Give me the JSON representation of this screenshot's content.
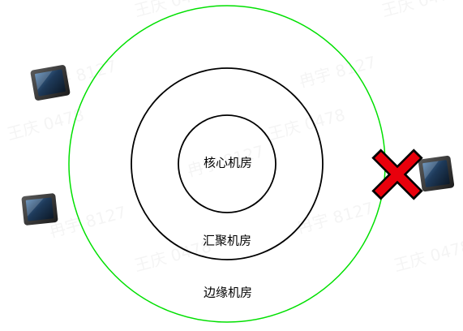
{
  "watermark_text": [
    "王庆 0478",
    "冉宇 8127"
  ],
  "rings": [
    {
      "label": "核心机房",
      "stroke": "#000000"
    },
    {
      "label": "汇聚机房",
      "stroke": "#000000"
    },
    {
      "label": "边缘机房",
      "stroke": "#00e000"
    }
  ],
  "devices": [
    {
      "icon": "tablet-icon",
      "status": "normal"
    },
    {
      "icon": "tablet-icon",
      "status": "normal"
    },
    {
      "icon": "tablet-icon",
      "status": "failed",
      "marker_icon": "red-x-icon",
      "marker_color": "#e8000c"
    }
  ],
  "colors": {
    "outer_ring": "#00e000",
    "inner_rings": "#000000",
    "device_screen": "#1e3a5a",
    "device_frame": "#2a2a2a",
    "failure_marker": "#e8000c"
  }
}
